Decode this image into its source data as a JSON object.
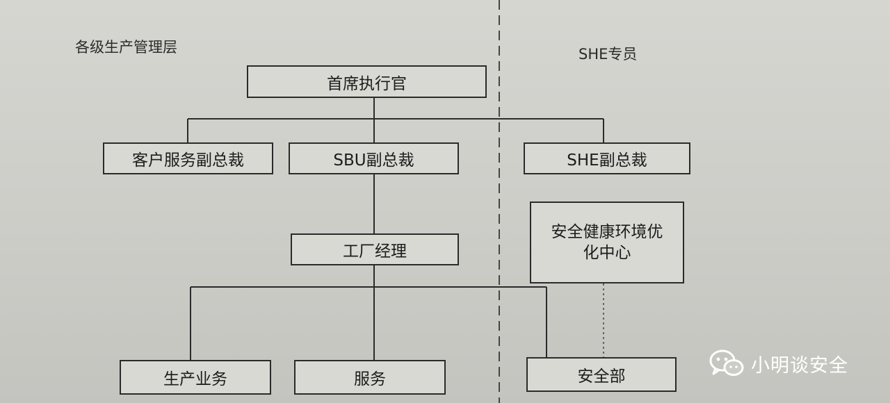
{
  "sections": {
    "left_label": "各级生产管理层",
    "right_label": "SHE专员"
  },
  "nodes": {
    "ceo": "首席执行官",
    "vp_customer": "客户服务副总裁",
    "vp_sbu": "SBU副总裁",
    "vp_she": "SHE副总裁",
    "she_center": "安全健康环境优化中心",
    "plant_manager": "工厂经理",
    "production": "生产业务",
    "service": "服务",
    "safety_dept": "安全部"
  },
  "watermark": {
    "text": "小明谈安全",
    "icon": "wechat-logo-icon"
  }
}
